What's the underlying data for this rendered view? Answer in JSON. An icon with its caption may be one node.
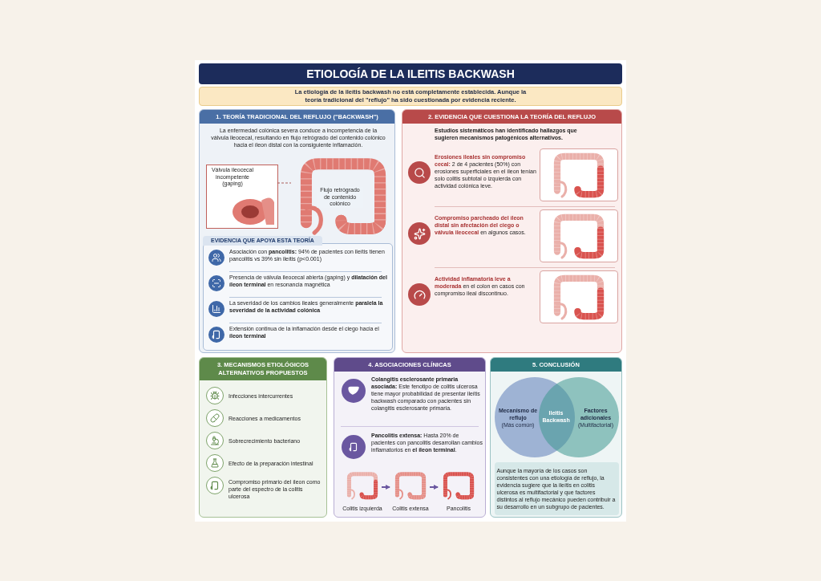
{
  "diagram": {
    "title": "ETIOLOGÍA DE LA ILEITIS BACKWASH",
    "nodes": [
      {
        "text": [
          "La etiología de la ileítis backwash no está completamente establecida. Aunque la teoría tradicional del \"reflujo\" ha sido cuestionada por evidencia reciente."
        ]
      },
      {
        "text": [
          "1. TEORÍA TRADICIONAL DEL REFLUJO (\"BACKWASH\")",
          "La enfermedad colónica severa conduce a incompetencia de la válvula ileocecal, resultando en flujo retrógrado del contenido colónico hacia el íleon distal con la consiguiente inflamación."
        ]
      },
      {
        "text": [
          "Válvula ileocecal incompetente (gaping)"
        ],
        "in": 1
      },
      {
        "text": [],
        "shape": "picture",
        "in": 1
      },
      {
        "text": [
          "EVIDENCIA QUE APOYA ESTA TEORÍA",
          "Asociación con **pancolitis:** 94% de pacientes con ileítis tienen pancolitis vs 39% sin ileítis (p<0.001)",
          "Presencia de válvula ileocecal abierta (gaping) y **dilatación del íleon terminal** en resonancia magnética",
          "La severidad de los cambios ileales generalmente **paralela la severidad de la actividad colónica**",
          "Extensión continua de la inflamación desde el ciego hacia el **íleon terminal**"
        ],
        "in": 1
      },
      {
        "text": [
          "2. EVIDENCIA QUE CUESTIONA LA TEORÍA DEL REFLUJO",
          "Estudios sistemáticos han identificado hallazgos que sugieren mecanismos patogénicos alternativos.",
          "**Erosiones ileales sin compromiso cecal:** 2 de 4 pacientes (50%) con erosiones superficiales en el íleon tenían solo colitis subtotal o izquierda con actividad colónica leve.",
          "**Compromiso parcheado del íleon distal sin afectación del ciego o válvula ileocecal** en algunos casos.",
          "**Actividad inflamatoria leve a moderada** en el colon en casos con compromiso ileal discontinuo."
        ]
      },
      {
        "text": [
          "3. MECANISMOS ETIOLÓGICOS ALTERNATIVOS PROPUESTOS",
          "Infecciones intercurrentes",
          "Reacciones a medicamentos",
          "Sobrecrecimiento bacteriano",
          "Efecto de la preparación intestinal",
          "Compromiso primario del íleon como parte del espectro de la colitis ulcerosa"
        ]
      },
      {
        "text": [
          "4. ASOCIACIONES CLÍNICAS",
          "**Colangitis esclerosante primaria asociada:** Este fenotipo de colitis ulcerosa tiene mayor probabilidad de presentar ileítis backwash comparado con pacientes sin colangitis esclerosante primaria.",
          "**Pancolitis extensa:** Hasta 20% de pacientes con pancolitis desarrollan cambios inflamatorios en **el íleon terminal**."
        ]
      },
      {
        "text": [
          "Colitis izquierda"
        ],
        "in": 7
      },
      {
        "text": [
          "Colitis extensa"
        ],
        "in": 7
      },
      {
        "text": [
          "Pancolitis"
        ],
        "in": 7
      },
      {
        "text": [
          "5. CONCLUSIÓN"
        ]
      },
      {
        "text": [
          "Mecanismo de reflujo",
          "(Más común)"
        ],
        "in": 11
      },
      {
        "text": [
          "Factores adicionales",
          "(Multifactorial)"
        ],
        "in": 11
      },
      {
        "text": [
          "Ileitis Backwash"
        ]
      },
      {
        "text": [
          "Aunque la mayoría de los casos son consistentes con una etiología de reflujo, la evidencia sugiere que la ileítis en colitis ulcerosa es multifactorial y que factores distintos al reflujo mecánico pueden contribuir a su desarrollo en un subgrupo de pacientes."
        ],
        "in": 11
      }
    ],
    "edges": [
      {
        "from": 2,
        "to": 3,
        "arrow": "none",
        "style": "dashed",
        "color": "#9b3a35"
      },
      {
        "from": 8,
        "to": 9,
        "arrow": "to"
      },
      {
        "from": 9,
        "to": 10,
        "arrow": "to"
      }
    ],
    "labels": [
      "Flujo retrógrado de contenido colónico"
    ]
  }
}
